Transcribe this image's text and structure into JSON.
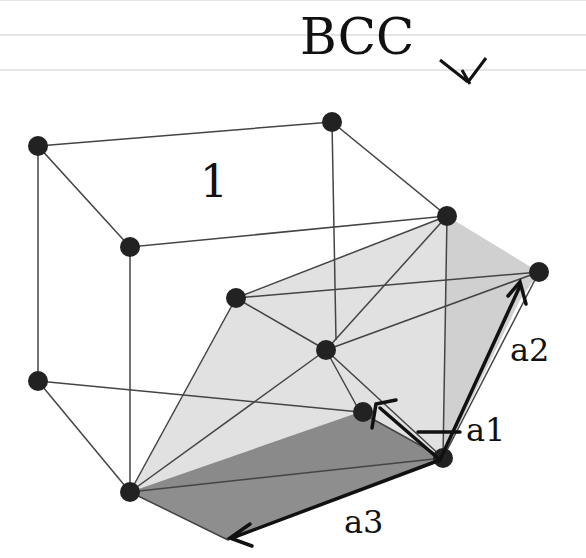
{
  "diagram": {
    "labels": [
      "BCC",
      "1",
      "a1",
      "a2",
      "a3"
    ]
  }
}
